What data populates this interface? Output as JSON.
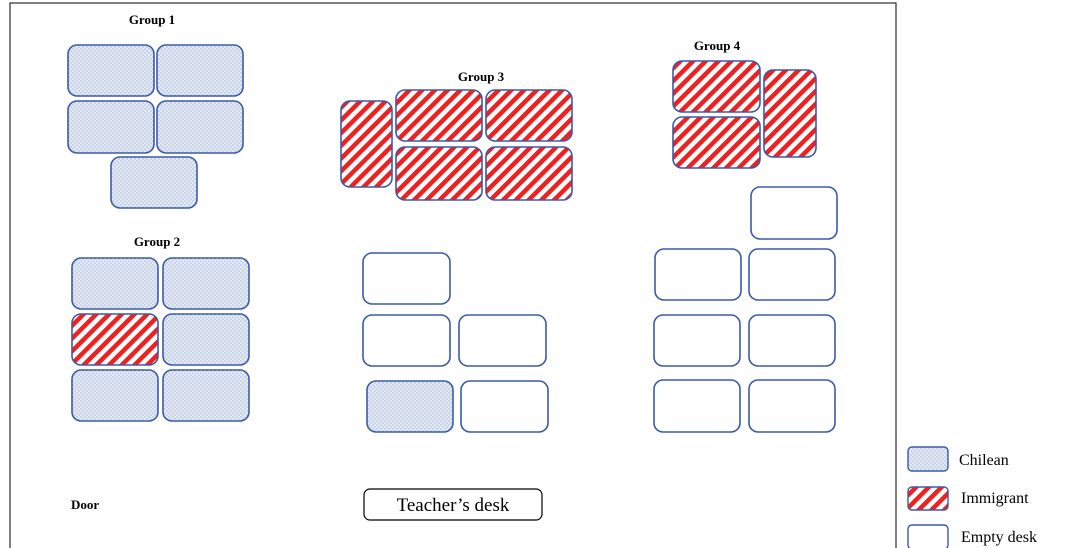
{
  "groups": {
    "g1": "Group 1",
    "g2": "Group 2",
    "g3": "Group 3",
    "g4": "Group 4"
  },
  "door_label": "Door",
  "teacher_desk_label": "Teacher’s desk",
  "legend": {
    "chilean": "Chilean",
    "immigrant": "Immigrant",
    "empty": "Empty desk"
  },
  "colors": {
    "desk_border": "#3b5aa8",
    "stripe_red": "#ee2020",
    "dot_fill": "#dde4f0",
    "dot_color": "#8ea2c6"
  }
}
